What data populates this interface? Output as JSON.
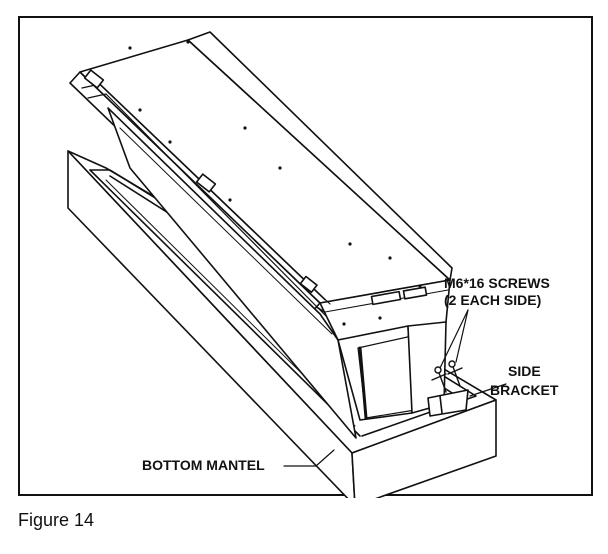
{
  "figure": {
    "caption": "Figure 14",
    "labels": {
      "screws_line1": "M6*16 SCREWS",
      "screws_line2": "(2 EACH SIDE)",
      "bracket_line1": "SIDE",
      "bracket_line2": "BRACKET",
      "mantel": "BOTTOM MANTEL"
    },
    "colors": {
      "line": "#111111",
      "background": "#ffffff"
    }
  }
}
